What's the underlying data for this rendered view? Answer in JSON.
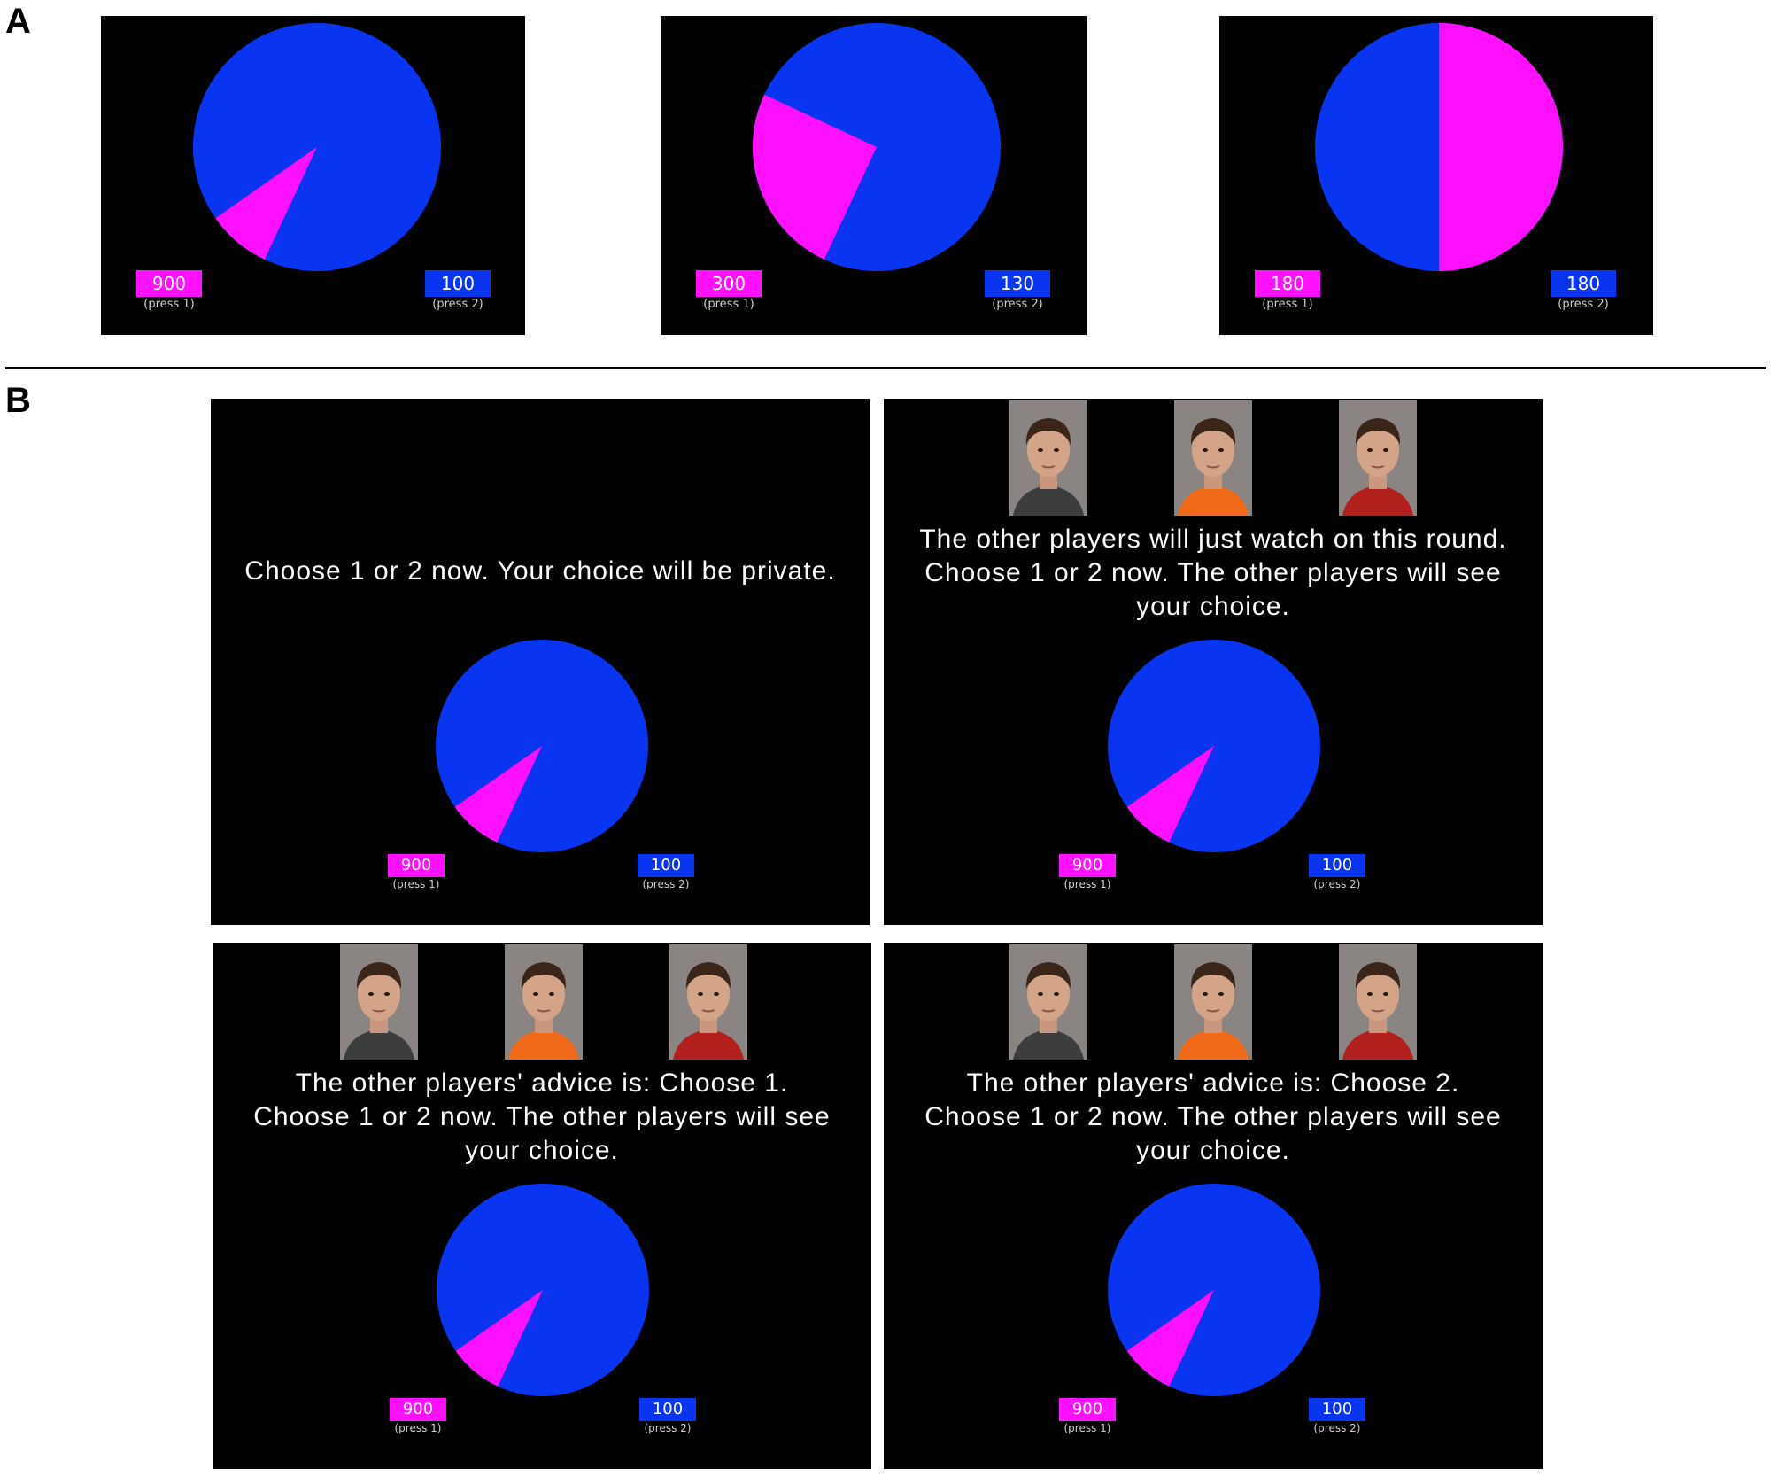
{
  "panels": {
    "a": "A",
    "b": "B"
  },
  "colors": {
    "magenta": "#ff10ff",
    "blue": "#0a35f0",
    "background": "#000000"
  },
  "panel_a": {
    "screens": [
      {
        "left": {
          "value": "900",
          "key": "(press 1)"
        },
        "right": {
          "value": "100",
          "key": "(press 2)"
        },
        "magenta_deg": 30
      },
      {
        "left": {
          "value": "300",
          "key": "(press 1)"
        },
        "right": {
          "value": "130",
          "key": "(press 2)"
        },
        "magenta_deg": 90
      },
      {
        "left": {
          "value": "180",
          "key": "(press 1)"
        },
        "right": {
          "value": "180",
          "key": "(press 2)"
        },
        "magenta_deg": 180
      }
    ]
  },
  "panel_b": {
    "screens": [
      {
        "lines": [
          "Choose 1 or 2 now.   Your choice will be private."
        ],
        "left": {
          "value": "900",
          "key": "(press 1)"
        },
        "right": {
          "value": "100",
          "key": "(press 2)"
        },
        "faces": false,
        "magenta_deg": 30
      },
      {
        "lines": [
          "The other players will just watch on this  round.",
          "Choose 1 or 2 now. The other players will see",
          "your choice."
        ],
        "left": {
          "value": "900",
          "key": "(press 1)"
        },
        "right": {
          "value": "100",
          "key": "(press 2)"
        },
        "faces": true,
        "magenta_deg": 30
      },
      {
        "lines": [
          "The other players' advice is: Choose 1.",
          "Choose 1 or 2 now. The other players will see",
          "your choice."
        ],
        "left": {
          "value": "900",
          "key": "(press 1)"
        },
        "right": {
          "value": "100",
          "key": "(press 2)"
        },
        "faces": true,
        "magenta_deg": 30
      },
      {
        "lines": [
          "The other players' advice is: Choose 2.",
          "Choose 1 or 2 now. The other players will see",
          "your choice."
        ],
        "left": {
          "value": "900",
          "key": "(press 1)"
        },
        "right": {
          "value": "100",
          "key": "(press 2)"
        },
        "faces": true,
        "magenta_deg": 30
      }
    ]
  }
}
